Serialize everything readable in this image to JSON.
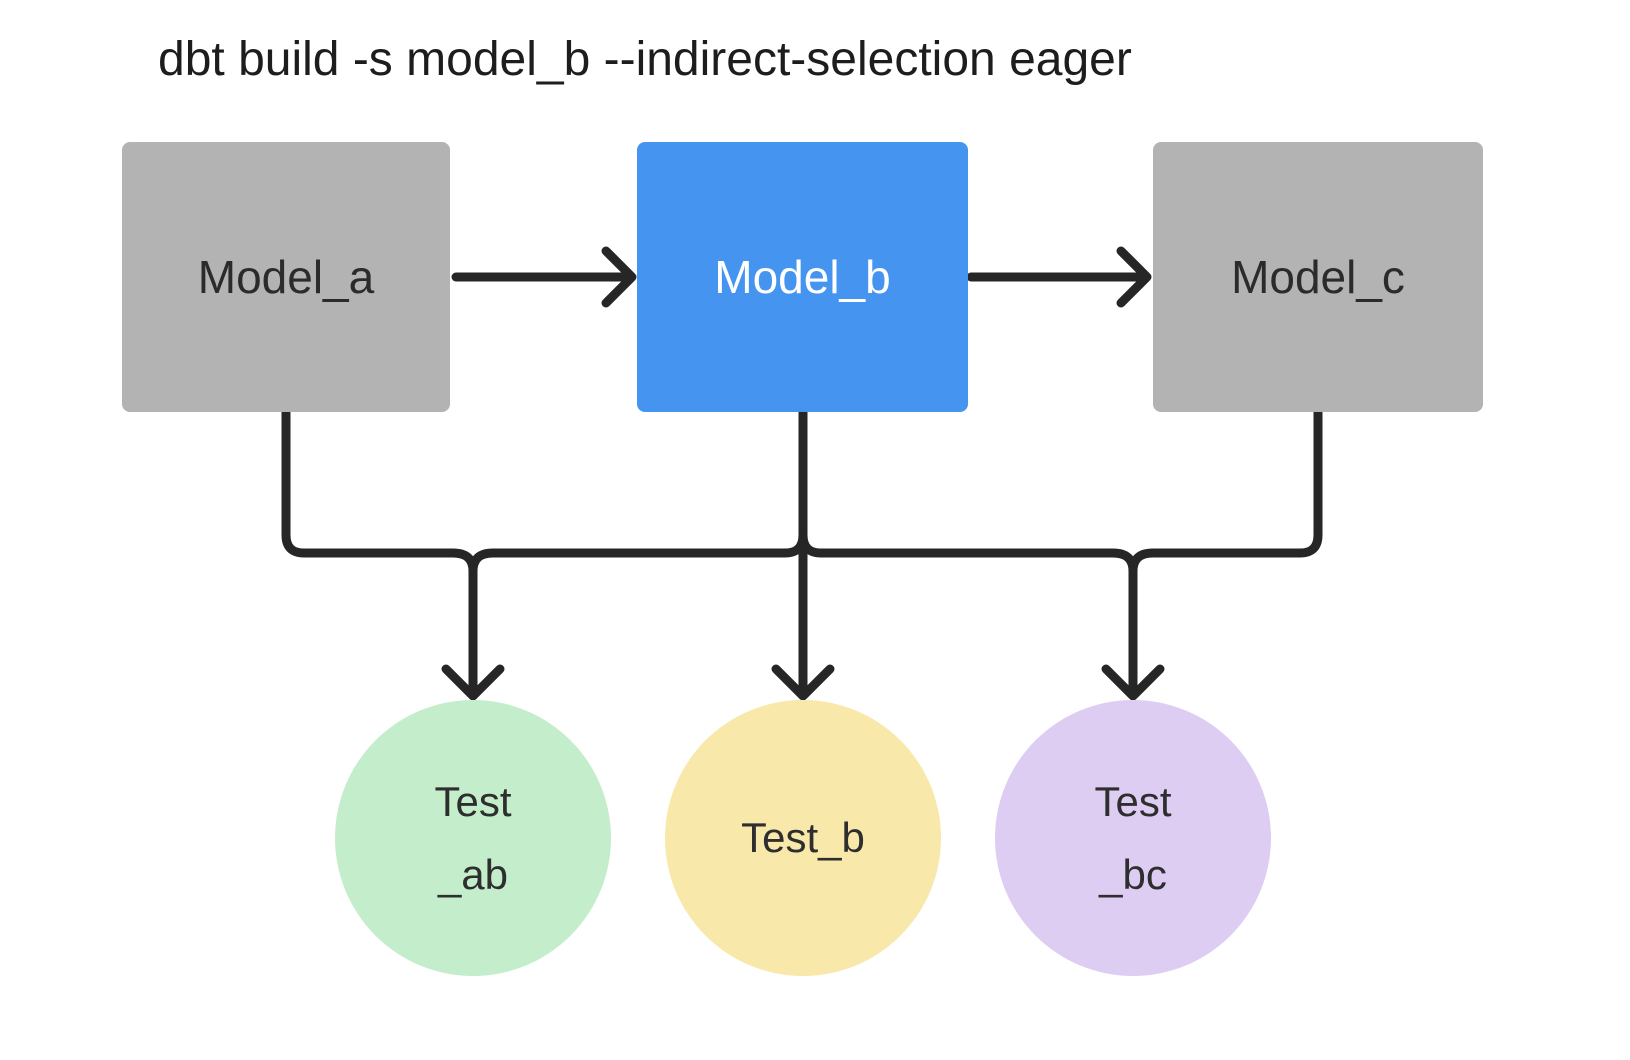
{
  "title": "dbt build -s model_b --indirect-selection eager",
  "diagram": {
    "line_color": "#262626",
    "background": "#ffffff",
    "models": [
      {
        "id": "model_a",
        "label": "Model_a",
        "fill": "#b3b3b3",
        "text_color": "#2b2b2b",
        "selected": false
      },
      {
        "id": "model_b",
        "label": "Model_b",
        "fill": "#4595f0",
        "text_color": "#ffffff",
        "selected": true
      },
      {
        "id": "model_c",
        "label": "Model_c",
        "fill": "#b3b3b3",
        "text_color": "#2b2b2b",
        "selected": false
      }
    ],
    "tests": [
      {
        "id": "test_ab",
        "label_lines": [
          "Test",
          "_ab"
        ],
        "fill": "#c4edcb",
        "text_color": "#2e2e2e"
      },
      {
        "id": "test_b",
        "label_lines": [
          "Test_b"
        ],
        "fill": "#f8e8aa",
        "text_color": "#2e2e2e"
      },
      {
        "id": "test_bc",
        "label_lines": [
          "Test",
          "_bc"
        ],
        "fill": "#decdf3",
        "text_color": "#2e2e2e"
      }
    ],
    "edges": [
      {
        "from": "model_a",
        "to": "model_b"
      },
      {
        "from": "model_b",
        "to": "model_c"
      },
      {
        "from": "model_a",
        "to": "test_ab"
      },
      {
        "from": "model_b",
        "to": "test_ab"
      },
      {
        "from": "model_b",
        "to": "test_b"
      },
      {
        "from": "model_b",
        "to": "test_bc"
      },
      {
        "from": "model_c",
        "to": "test_bc"
      }
    ]
  }
}
